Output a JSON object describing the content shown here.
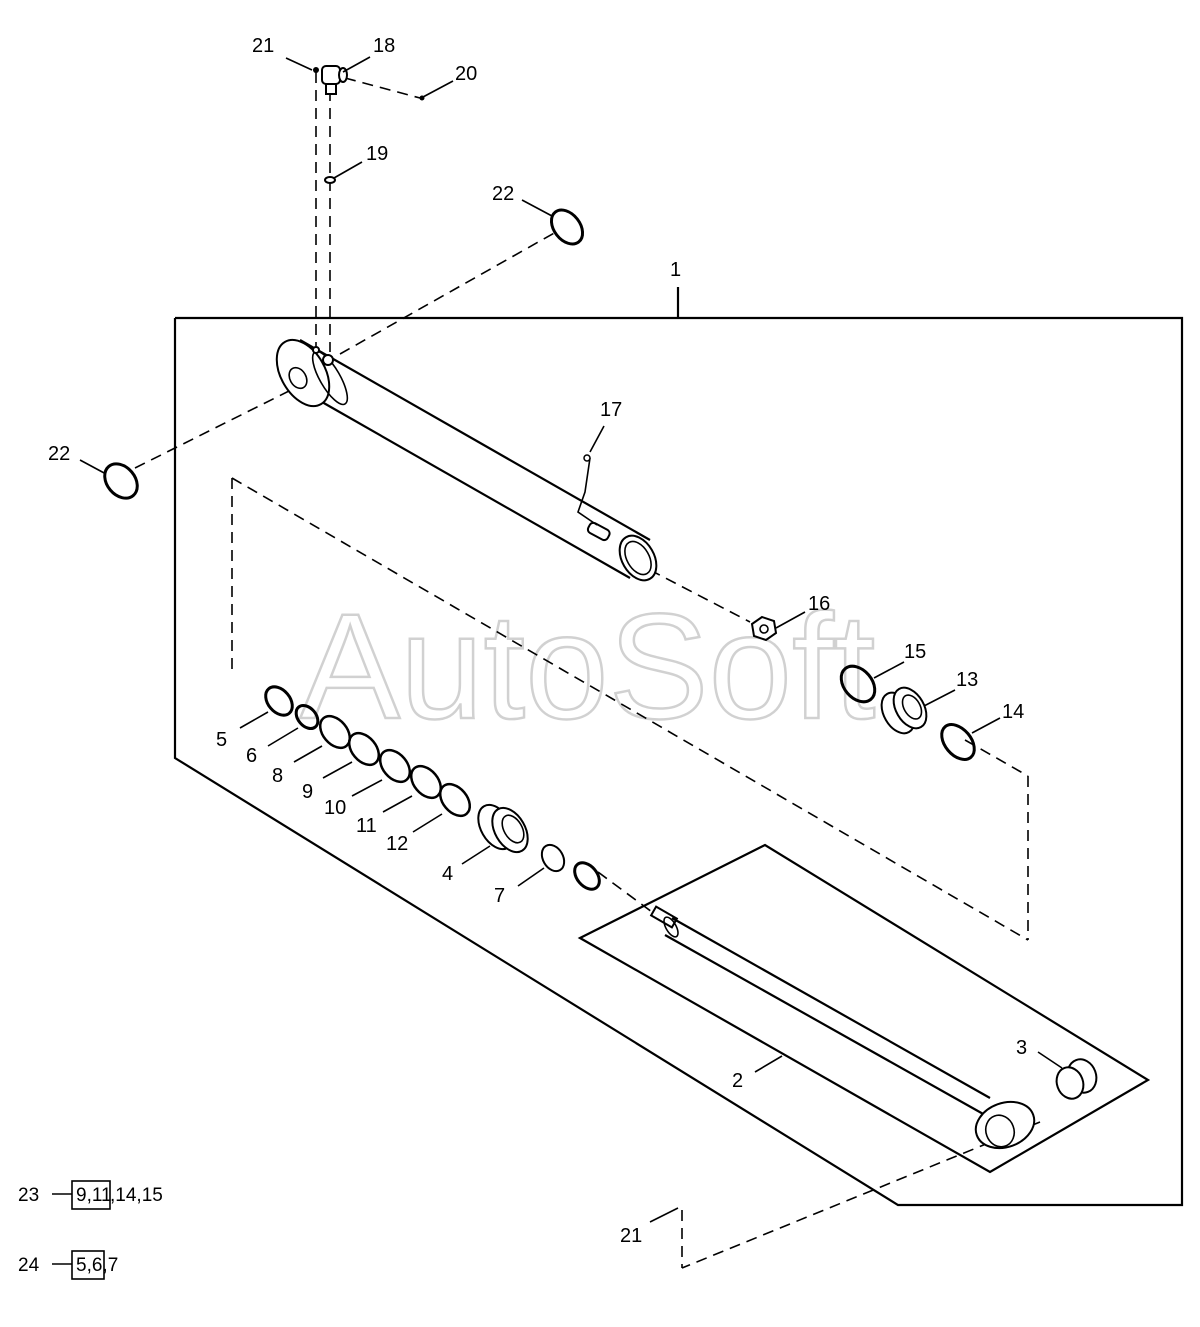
{
  "watermark": "AutoSoft",
  "callouts": {
    "c1": "1",
    "c2": "2",
    "c3": "3",
    "c4": "4",
    "c5": "5",
    "c6": "6",
    "c7": "7",
    "c8": "8",
    "c9": "9",
    "c10": "10",
    "c11": "11",
    "c12": "12",
    "c13": "13",
    "c14": "14",
    "c15": "15",
    "c16": "16",
    "c17": "17",
    "c18": "18",
    "c19": "19",
    "c20": "20",
    "c21_top": "21",
    "c21_bottom": "21",
    "c22_top": "22",
    "c22_left": "22"
  },
  "kits": [
    {
      "number": "23",
      "boxed": "9,11",
      "rest": ",14,15"
    },
    {
      "number": "24",
      "boxed": "5,6,7",
      "rest": ""
    }
  ]
}
